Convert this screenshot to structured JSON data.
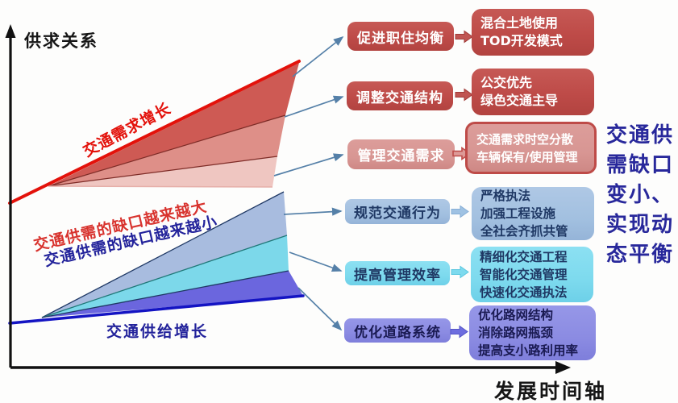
{
  "axes": {
    "y_label": "供求关系",
    "x_label": "发展时间轴"
  },
  "fan": {
    "demand_label": "交通需求增长",
    "gap_grow_label": "交通供需的缺口越来越大",
    "gap_shrink_label": "交通供需的缺口越来越小",
    "supply_label": "交通供给增长"
  },
  "rows": [
    {
      "measure": "促进职住均衡",
      "detail": [
        "混合土地使用",
        "TOD开发模式"
      ]
    },
    {
      "measure": "调整交通结构",
      "detail": [
        "公交优先",
        "绿色交通主导"
      ]
    },
    {
      "measure": "管理交通需求",
      "detail": [
        "交通需求时空分散",
        "车辆保有/使用管理"
      ]
    },
    {
      "measure": "规范交通行为",
      "detail": [
        "严格执法",
        "加强工程设施",
        "全社会齐抓共管"
      ]
    },
    {
      "measure": "提高管理效率",
      "detail": [
        "精细化交通工程",
        "智能化交通管理",
        "快速化交通执法"
      ]
    },
    {
      "measure": "优化道路系统",
      "detail": [
        "优化路网结构",
        "消除路网瓶颈",
        "提高支小路利用率"
      ]
    }
  ],
  "note": {
    "lines": [
      "交通供",
      "需缺口",
      "变小、",
      "实现动",
      "态平衡"
    ]
  },
  "colors": {
    "demand_line": "#E3120B",
    "demand_band_dark": "#CE5A54",
    "demand_band_mid": "#DE8F88",
    "demand_band_light": "#EFC6C1",
    "supply_line": "#1414C3",
    "supply_band_periwinkle": "#A8BCDF",
    "supply_band_cyan": "#7CD8EA",
    "supply_band_purple": "#6B66DE",
    "box_red": "#BE4B48",
    "box_pink": "#D89693",
    "box_blue": "#A2C0E0",
    "box_cyan": "#7DDAEE",
    "box_purple": "#8B8BE2",
    "connector": "#5580A8",
    "note_text": "#28289B"
  }
}
